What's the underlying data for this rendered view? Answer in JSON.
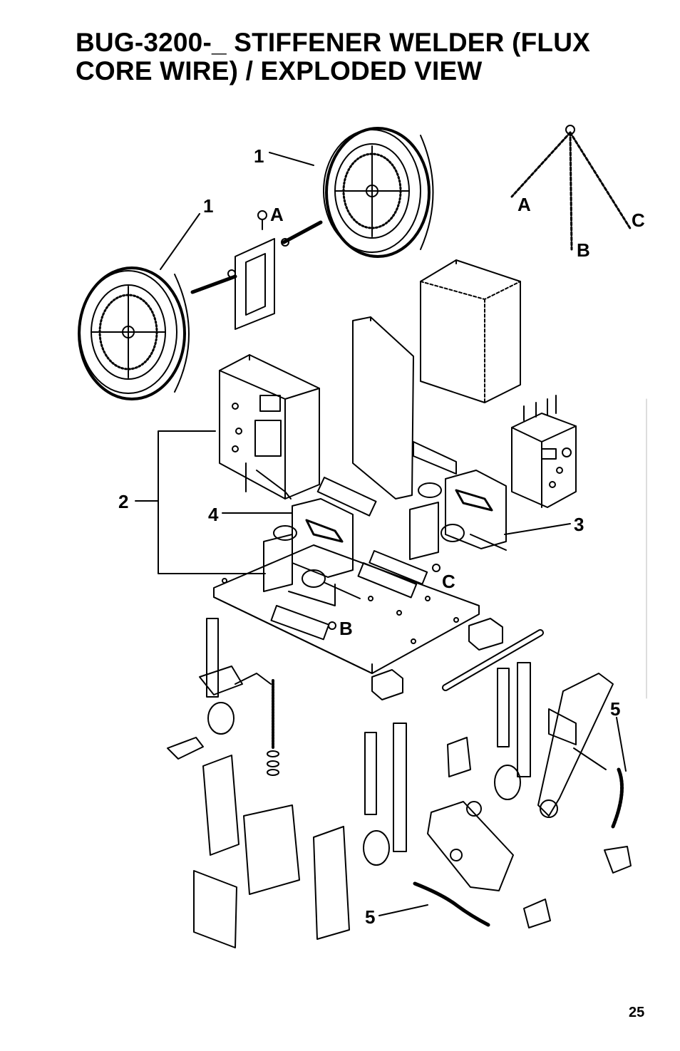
{
  "header": {
    "title_line1": "BUG-3200-_  STIFFENER WELDER (FLUX",
    "title_line2": "CORE WIRE) / EXPLODED VIEW"
  },
  "callouts": {
    "reel_right": "1",
    "reel_left": "1",
    "control_box": "2",
    "drive_right": "3",
    "drive_left": "4",
    "hose_right": "5",
    "hose_bottom": "5",
    "eyebolt_a": "A",
    "eyebolt_b": "B",
    "eyebolt_c": "C",
    "chain_a": "A",
    "chain_b": "B",
    "chain_c": "C"
  },
  "footer": {
    "page_number": "25"
  }
}
